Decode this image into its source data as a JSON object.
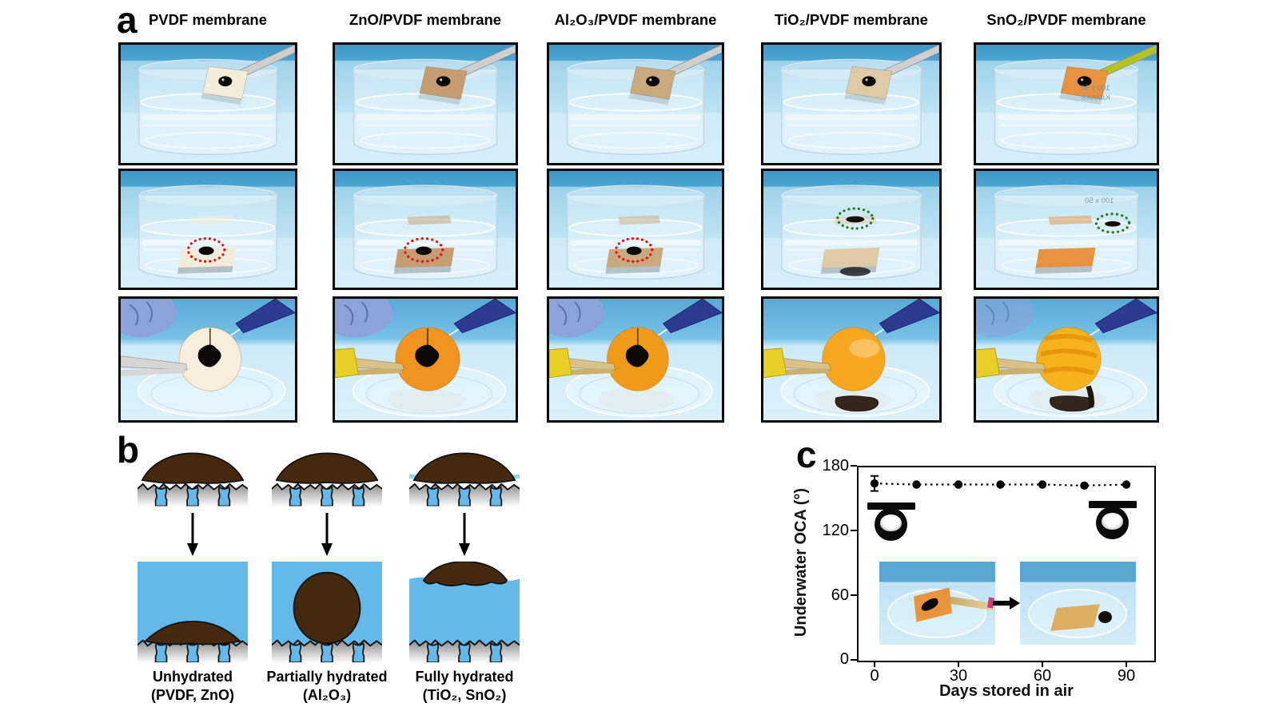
{
  "panel_a": {
    "label": "a",
    "columns": [
      {
        "title": "PVDF membrane",
        "colors": {
          "membrane": "#f3ecda",
          "disc": "#f7efdb",
          "circle": "#e81313"
        }
      },
      {
        "title": "ZnO/PVDF membrane",
        "colors": {
          "membrane": "#c69c72",
          "disc": "#f0941f",
          "circle": "#e81313"
        }
      },
      {
        "title": "Al₂O₃/PVDF membrane",
        "colors": {
          "membrane": "#c9aa7e",
          "disc": "#ef9a18",
          "circle": "#e81313"
        }
      },
      {
        "title": "TiO₂/PVDF membrane",
        "colors": {
          "membrane": "#decaa5",
          "disc": "#f6a71f",
          "circle": "#2e7d1d"
        }
      },
      {
        "title": "SnO₂/PVDF membrane",
        "colors": {
          "membrane": "#e8923f",
          "disc": "#f6b31c",
          "circle": "#2e7d1d"
        }
      }
    ],
    "glass_text": {
      "size_line": "100 x 50",
      "brand_line": "KIMAX®"
    }
  },
  "panel_b": {
    "label": "b",
    "colors": {
      "water": "#62b9ea",
      "oil": "#45290f"
    },
    "items": [
      {
        "line1": "Unhydrated",
        "line2": "(PVDF, ZnO)"
      },
      {
        "line1": "Partially hydrated",
        "line2": "(Al₂O₃)"
      },
      {
        "line1": "Fully hydrated",
        "line2": "(TiO₂, SnO₂)"
      }
    ]
  },
  "panel_c": {
    "label": "c"
  },
  "chart_data": {
    "type": "line",
    "x": [
      0,
      15,
      30,
      45,
      60,
      75,
      90
    ],
    "values": [
      165,
      164,
      164,
      164,
      164,
      163,
      164
    ],
    "error_first_point": 7,
    "xlabel": "Days stored in air",
    "ylabel": "Underwater OCA (°)",
    "xticks": [
      0,
      30,
      60,
      90
    ],
    "yticks": [
      180,
      120,
      60,
      0
    ],
    "xlim": [
      -6,
      100
    ],
    "ylim": [
      0,
      180
    ],
    "grid": false,
    "legend": null,
    "marker": "filled-circle",
    "line_style": "dotted",
    "color": "#000000"
  }
}
